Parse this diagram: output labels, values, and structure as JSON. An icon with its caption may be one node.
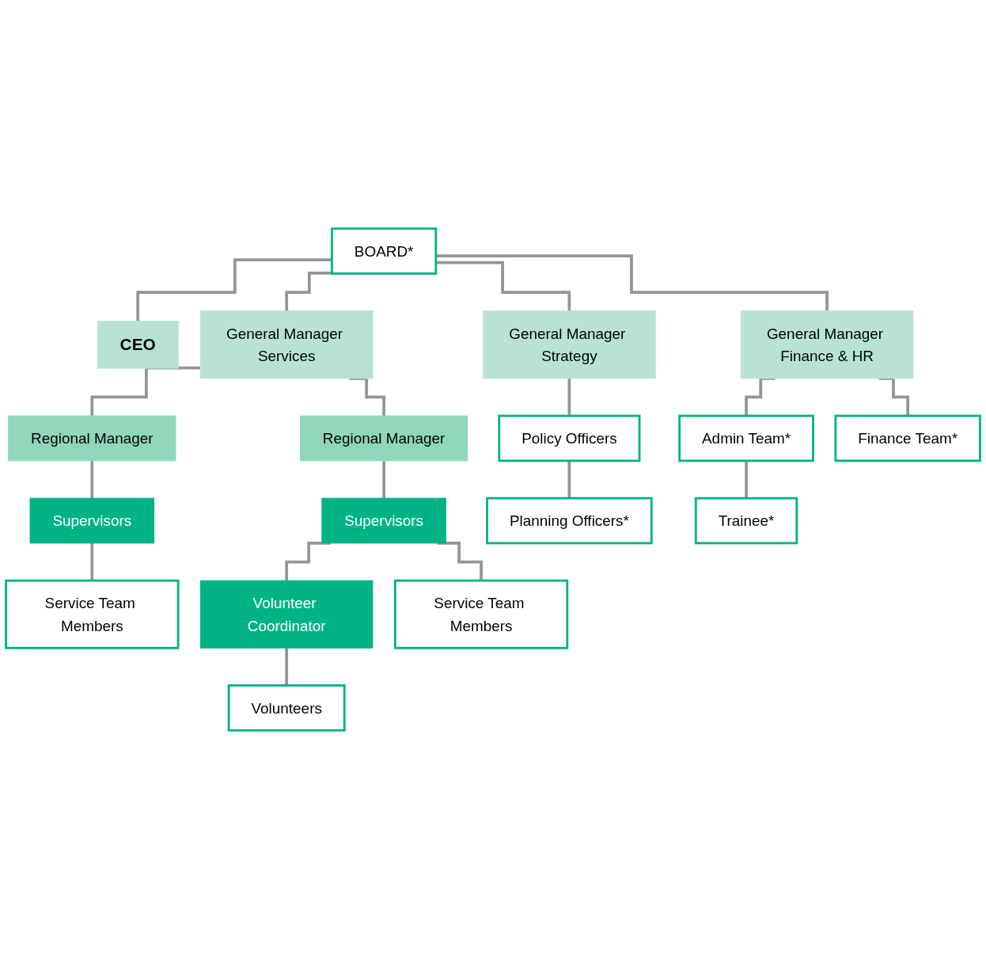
{
  "diagram": {
    "nodes": [
      {
        "text": [
          "BOARD*"
        ]
      },
      {
        "text": [
          "CEO"
        ]
      },
      {
        "text": [
          "General Manager Services"
        ]
      },
      {
        "text": [
          "General Manager Strategy"
        ]
      },
      {
        "text": [
          "General Manager Finance & HR"
        ]
      },
      {
        "text": [
          "Regional Manager"
        ]
      },
      {
        "text": [
          "Regional Manager"
        ]
      },
      {
        "text": [
          "Policy Officers"
        ]
      },
      {
        "text": [
          "Admin Team*"
        ]
      },
      {
        "text": [
          "Finance Team*"
        ]
      },
      {
        "text": [
          "Supervisors"
        ]
      },
      {
        "text": [
          "Supervisors"
        ]
      },
      {
        "text": [
          "Planning Officers*"
        ]
      },
      {
        "text": [
          "Trainee*"
        ]
      },
      {
        "text": [
          "Service Team Members"
        ]
      },
      {
        "text": [
          "Volunteer Coordinator"
        ]
      },
      {
        "text": [
          "Service Team Members"
        ]
      },
      {
        "text": [
          "Volunteers"
        ]
      }
    ],
    "edges": [
      {
        "from": 0,
        "to": 1,
        "arrow": "none"
      },
      {
        "from": 0,
        "to": 2,
        "arrow": "none"
      },
      {
        "from": 0,
        "to": 3,
        "arrow": "none"
      },
      {
        "from": 0,
        "to": 4,
        "arrow": "none"
      },
      {
        "from": 2,
        "to": 5,
        "arrow": "none"
      },
      {
        "from": 2,
        "to": 6,
        "arrow": "none"
      },
      {
        "from": 3,
        "to": 7,
        "arrow": "none"
      },
      {
        "from": 4,
        "to": 8,
        "arrow": "none"
      },
      {
        "from": 4,
        "to": 9,
        "arrow": "none"
      },
      {
        "from": 5,
        "to": 10,
        "arrow": "none"
      },
      {
        "from": 6,
        "to": 11,
        "arrow": "none"
      },
      {
        "from": 7,
        "to": 12,
        "arrow": "none"
      },
      {
        "from": 8,
        "to": 13,
        "arrow": "none"
      },
      {
        "from": 10,
        "to": 14,
        "arrow": "none"
      },
      {
        "from": 11,
        "to": 15,
        "arrow": "none"
      },
      {
        "from": 11,
        "to": 16,
        "arrow": "none"
      },
      {
        "from": 15,
        "to": 17,
        "arrow": "none"
      }
    ]
  }
}
